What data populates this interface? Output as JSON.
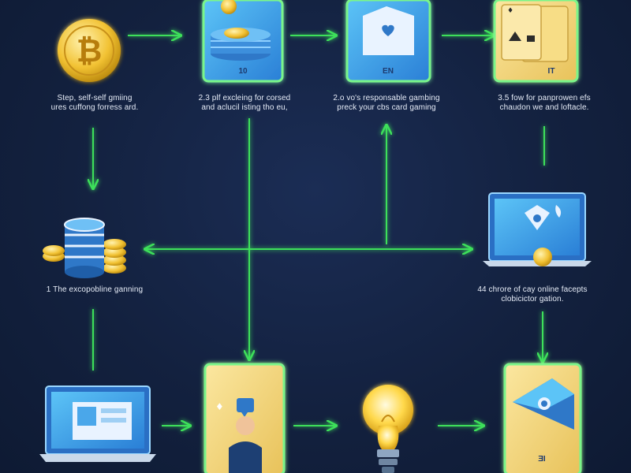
{
  "nodes": {
    "n1": {
      "lines": [
        "Step, self-self gmiing",
        "ures cuffong forress ard."
      ]
    },
    "n2": {
      "lines": [
        "2.3 plf excleing for corsed",
        "and aclucil isting tho eu,"
      ],
      "tile_text": "10"
    },
    "n3": {
      "lines": [
        "2.o vo's responsable gambing",
        "preck your cbs card gaming"
      ],
      "tile_text": "EN"
    },
    "n4": {
      "lines": [
        "3.5 fow for panprowen efs",
        "chaudon we and loftacle."
      ],
      "tile_text": "IT"
    },
    "n5": {
      "lines": [
        "1 The excopobline ganning"
      ]
    },
    "n6": {
      "lines": [
        "44 chrore of cay online facepts",
        "clobicictor gation."
      ]
    },
    "n7": {
      "lines": []
    },
    "n8": {
      "lines": []
    },
    "n9": {
      "lines": []
    },
    "n10": {
      "lines": [],
      "tile_text": "ƎI"
    }
  },
  "colors": {
    "background": "#13213f",
    "arrow": "#3ee05a",
    "glow": "#4bf06a",
    "gold": "#f2c94c",
    "blue": "#3aa0e8",
    "label_text": "#e6ecf7"
  },
  "icons": {
    "n1": "bitcoin-coin-icon",
    "n2": "poker-chip-stack-icon",
    "n3": "heart-card-icon",
    "n4": "playing-cards-icon",
    "n5": "chip-and-coin-pile-icon",
    "n6": "laptop-casino-icon",
    "n7": "laptop-icon",
    "n8": "person-with-chat-icon",
    "n9": "lightbulb-icon",
    "n10": "card-with-chip-icon"
  }
}
